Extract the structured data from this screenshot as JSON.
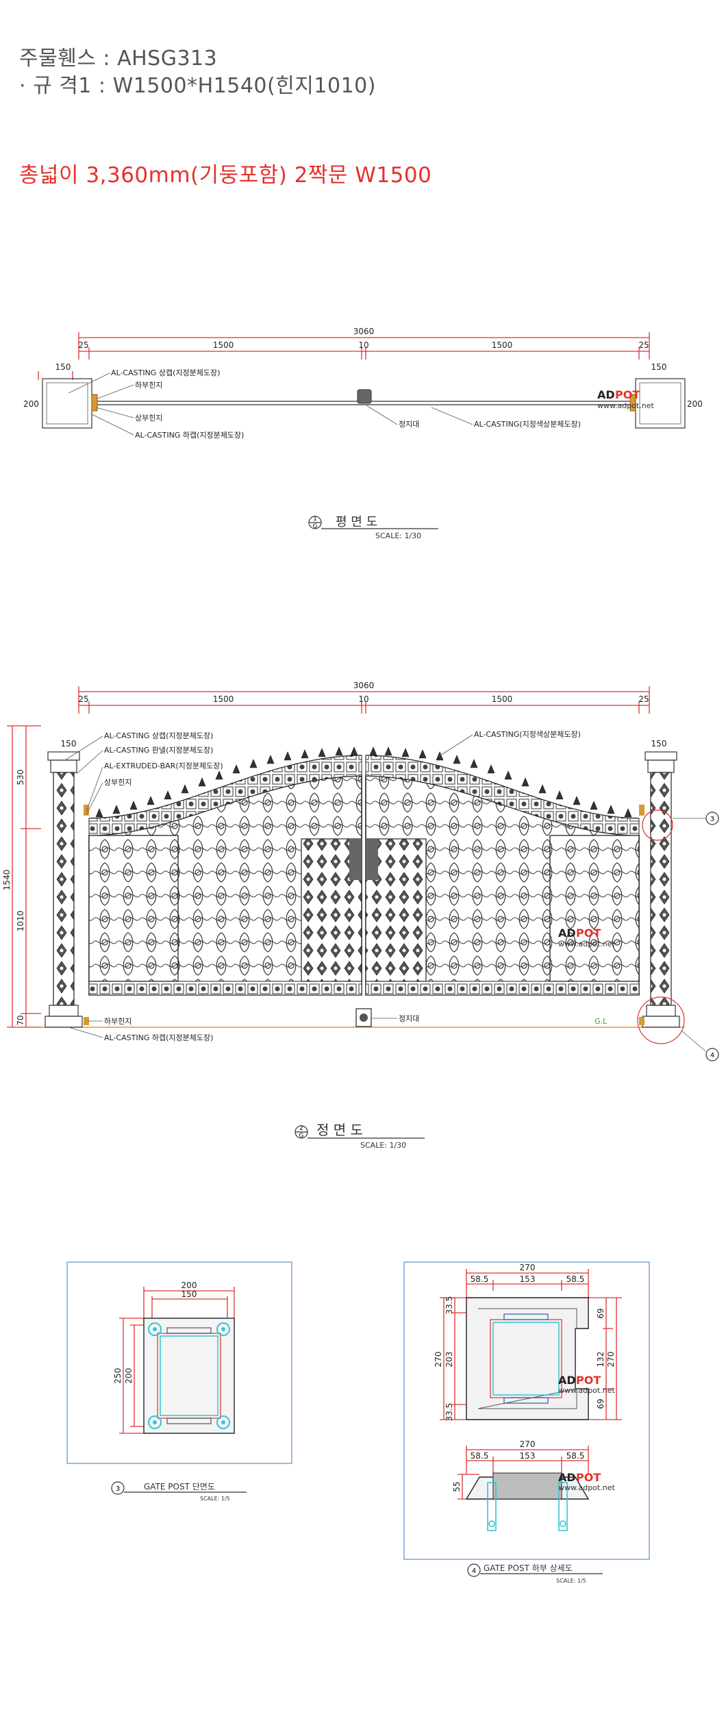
{
  "header": {
    "line1": "주물휀스 : AHSG313",
    "line2": "· 규 격1 : W1500*H1540(힌지1010)",
    "line3": "총넓이 3,360mm(기둥포함) 2짝문 W1500"
  },
  "plan": {
    "dims": {
      "total": "3060",
      "left": "1500",
      "right": "1500",
      "mid": "10",
      "edge_l": "25",
      "edge_r": "25",
      "post_w_l": "150",
      "post_w_r": "150",
      "post_h_l": "200",
      "post_h_r": "200"
    },
    "labels": {
      "casting_cap": "AL-CASTING 상캡(지정분체도장)",
      "lower_hinge": "하부힌지",
      "upper_hinge": "상부힌지",
      "casting_base": "AL-CASTING 하캡(지정분체도장)",
      "stopper": "정지대",
      "casting_panel": "AL-CASTING(지정색상분체도장)"
    },
    "title_no": "1",
    "title_sheet": "G",
    "title": "평  면  도",
    "scale": "SCALE: 1/30"
  },
  "front": {
    "dims": {
      "total": "3060",
      "left": "1500",
      "right": "1500",
      "mid": "10",
      "edge_l": "25",
      "edge_r": "25",
      "post_w_l": "150",
      "post_w_r": "150",
      "h_total": "1540",
      "h_top": "530",
      "h_mid": "1010",
      "h_base": "70"
    },
    "labels": {
      "casting_cap": "AL-CASTING 상캡(지정분체도장)",
      "casting_panel_l": "AL-CASTING 판넬(지정분체도장)",
      "extruded": "AL-EXTRUDED-BAR(지정분체도장)",
      "upper_hinge": "상부힌지",
      "lower_hinge": "하부힌지",
      "casting_base": "AL-CASTING 하캡(지정분체도장)",
      "stopper": "정지대",
      "casting_panel_r": "AL-CASTING(지정색상분체도장)",
      "gl": "G.L"
    },
    "callouts": [
      "3",
      "4"
    ],
    "title_no": "2",
    "title_sheet": "G",
    "title": "정  면  도",
    "scale": "SCALE: 1/30"
  },
  "detail3": {
    "dims": {
      "w_outer": "200",
      "w_inner": "150",
      "h_outer": "250",
      "h_inner": "200"
    },
    "title_no": "3",
    "title": "GATE POST 단면도",
    "scale": "SCALE: 1/5"
  },
  "detail4": {
    "dims": {
      "w_total": "270",
      "w_left": "58.5",
      "w_mid": "153",
      "w_right": "58.5",
      "h_total_l": "270",
      "h_top_l": "33.5",
      "h_mid_l": "203",
      "h_bot_l": "33.5",
      "h_top_r": "69",
      "h_mid_r": "132",
      "h_total_r": "270",
      "h_bot_r": "69",
      "w2_total": "270",
      "w2_left": "58.5",
      "w2_mid": "153",
      "w2_right": "58.5",
      "h2": "55"
    },
    "title_no": "4",
    "title": "GATE POST 하부 상세도",
    "scale": "SCALE: 1/5"
  },
  "watermark": {
    "brand_a": "AD",
    "brand_b": "POT",
    "url": "www.adpot.net"
  },
  "colors": {
    "accent_red": "#e5312b",
    "heading_gray": "#555555",
    "dim_red": "#e03030",
    "detail_blue": "#5b8fc8",
    "cyan": "#35c4d4",
    "hinge_orange": "#d79a36"
  }
}
